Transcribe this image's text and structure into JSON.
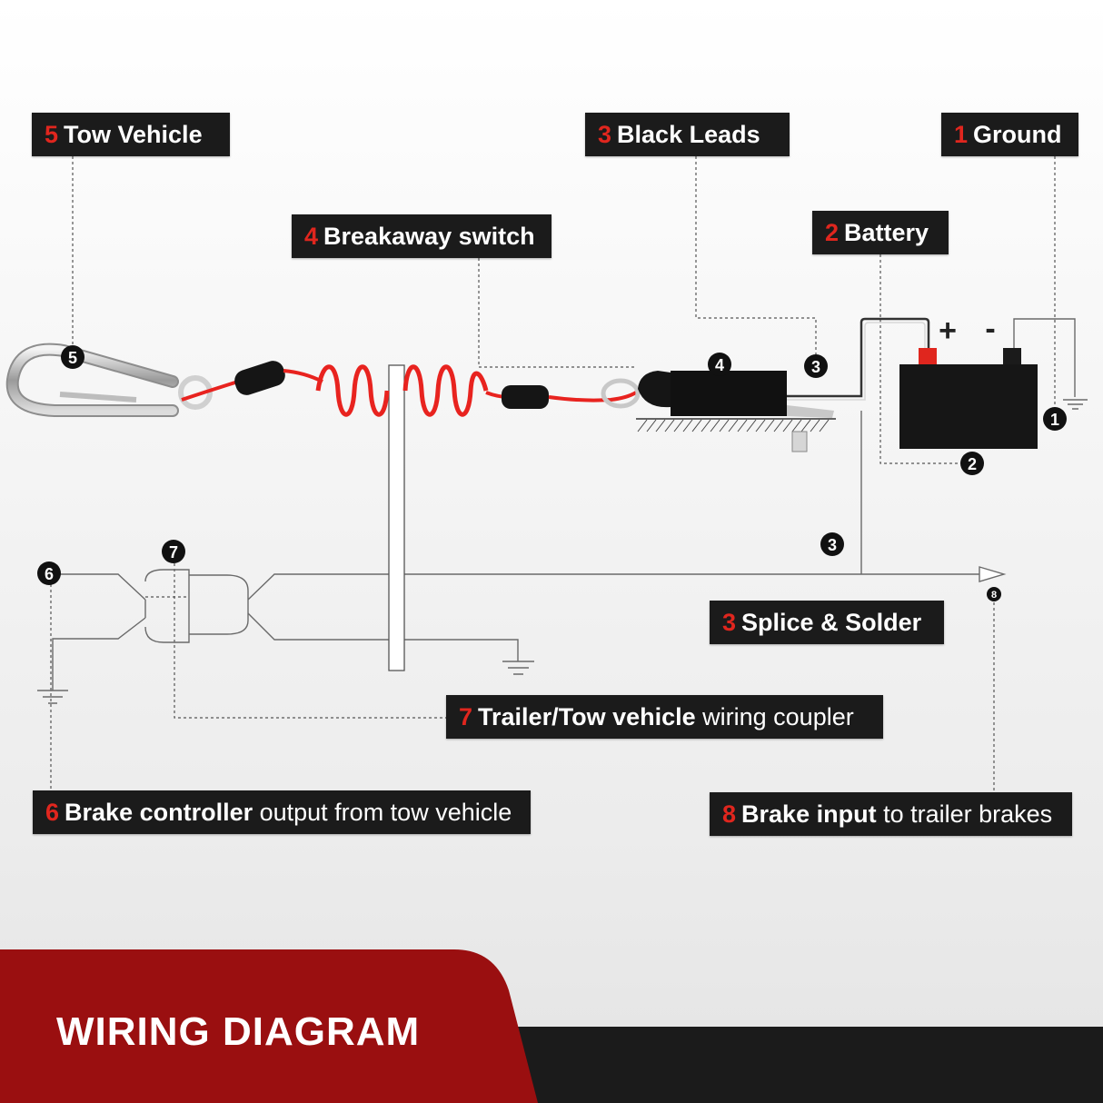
{
  "labels": {
    "tow_vehicle": {
      "num": "5",
      "text": "Tow Vehicle"
    },
    "black_leads": {
      "num": "3",
      "text": "Black Leads"
    },
    "ground": {
      "num": "1",
      "text": "Ground"
    },
    "breakaway_switch": {
      "num": "4",
      "text": "Breakaway switch"
    },
    "battery": {
      "num": "2",
      "text": "Battery"
    },
    "splice_solder": {
      "num": "3",
      "text": "Splice & Solder"
    },
    "coupler": {
      "num": "7",
      "bold": "Trailer/Tow vehicle",
      "light": " wiring coupler"
    },
    "brake_controller": {
      "num": "6",
      "bold": "Brake controller",
      "light": " output from tow vehicle"
    },
    "brake_input": {
      "num": "8",
      "bold": "Brake input",
      "light": " to trailer brakes"
    }
  },
  "badges": {
    "b1": "1",
    "b2": "2",
    "b3a": "3",
    "b3b": "3",
    "b4": "4",
    "b5": "5",
    "b6": "6",
    "b7": "7",
    "b8": "8"
  },
  "battery_terminals": {
    "positive": "+",
    "negative": "-"
  },
  "footer": {
    "title": "WIRING DIAGRAM"
  },
  "colors": {
    "accent_red": "#e0261e",
    "footer_red": "#9a0f10",
    "footer_dark": "#1b1b1b",
    "label_bg": "#1b1b1b",
    "cable_red": "#e8231f"
  }
}
